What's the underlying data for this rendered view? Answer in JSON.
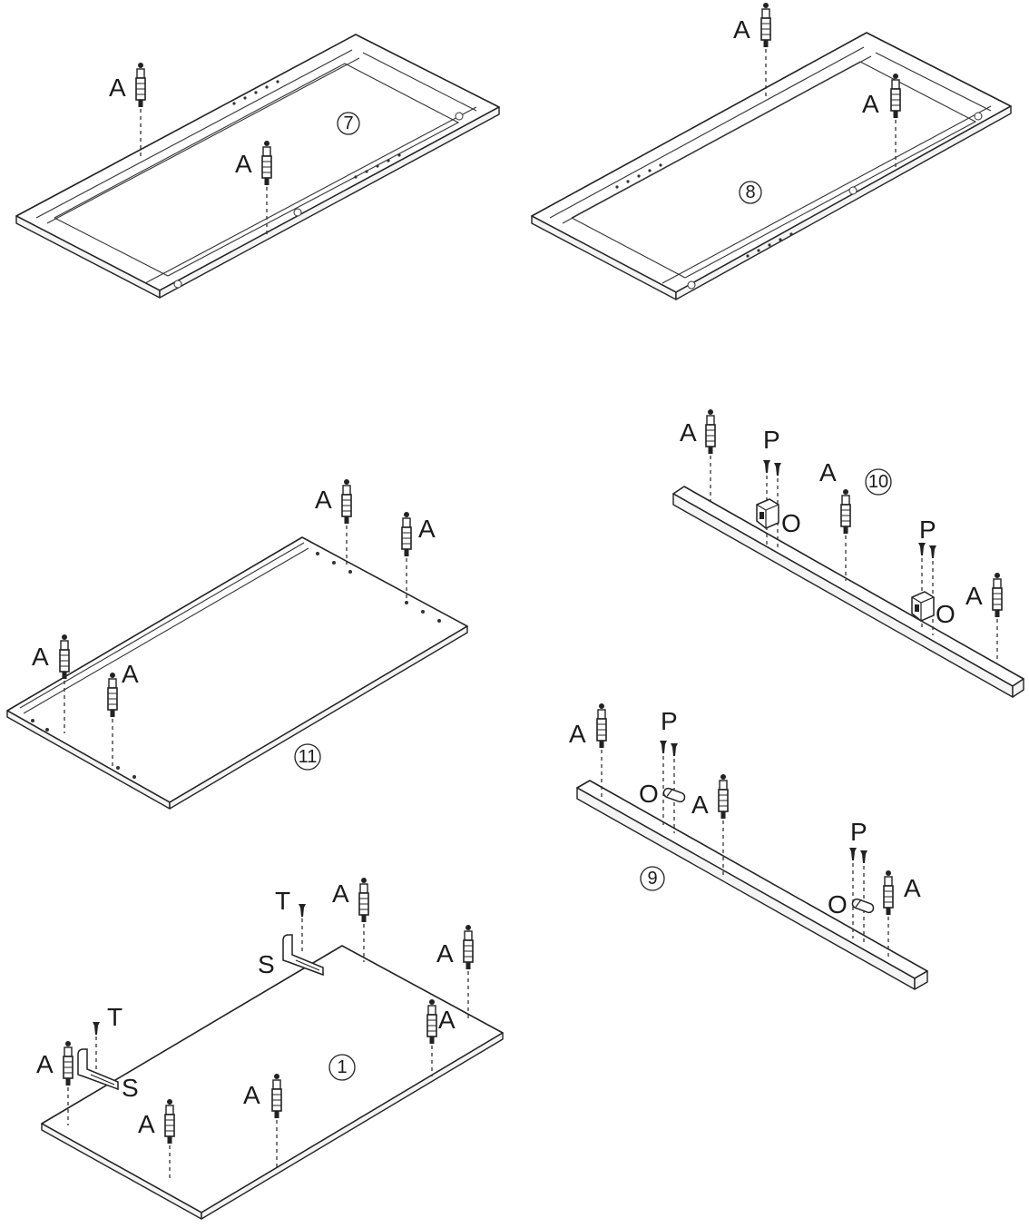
{
  "steps": {
    "step7": {
      "number": "7"
    },
    "step8": {
      "number": "8"
    },
    "step11": {
      "number": "11"
    },
    "step10": {
      "number": "10"
    },
    "step9": {
      "number": "9"
    },
    "step1": {
      "number": "1"
    }
  },
  "parts": {
    "A": "A",
    "P": "P",
    "O": "O",
    "S": "S",
    "T": "T"
  }
}
